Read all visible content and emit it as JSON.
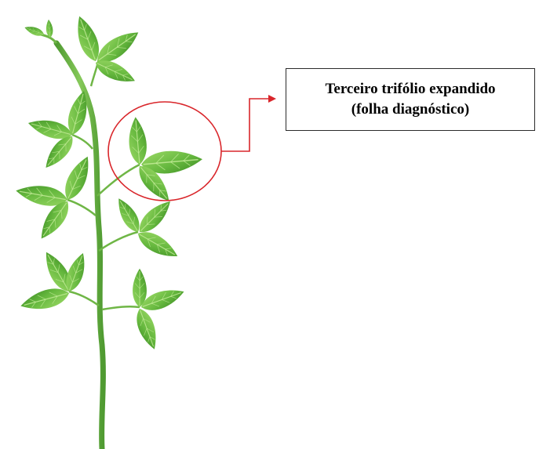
{
  "callout": {
    "line1": "Terceiro trifólio expandido",
    "line2": "(folha diagnóstico)"
  },
  "colors": {
    "leaf_light": "#8fd35a",
    "leaf_mid": "#5fb43a",
    "leaf_dark": "#3f8f26",
    "leaf_vein": "#c8ee9c",
    "stem": "#6fb646",
    "highlight_circle": "#d9262b",
    "arrow": "#d9262b",
    "box_border": "#2b2b2b"
  },
  "icons": {
    "plant": "bean-plant-illustration",
    "highlight": "highlight-circle",
    "pointer": "callout-arrow"
  }
}
